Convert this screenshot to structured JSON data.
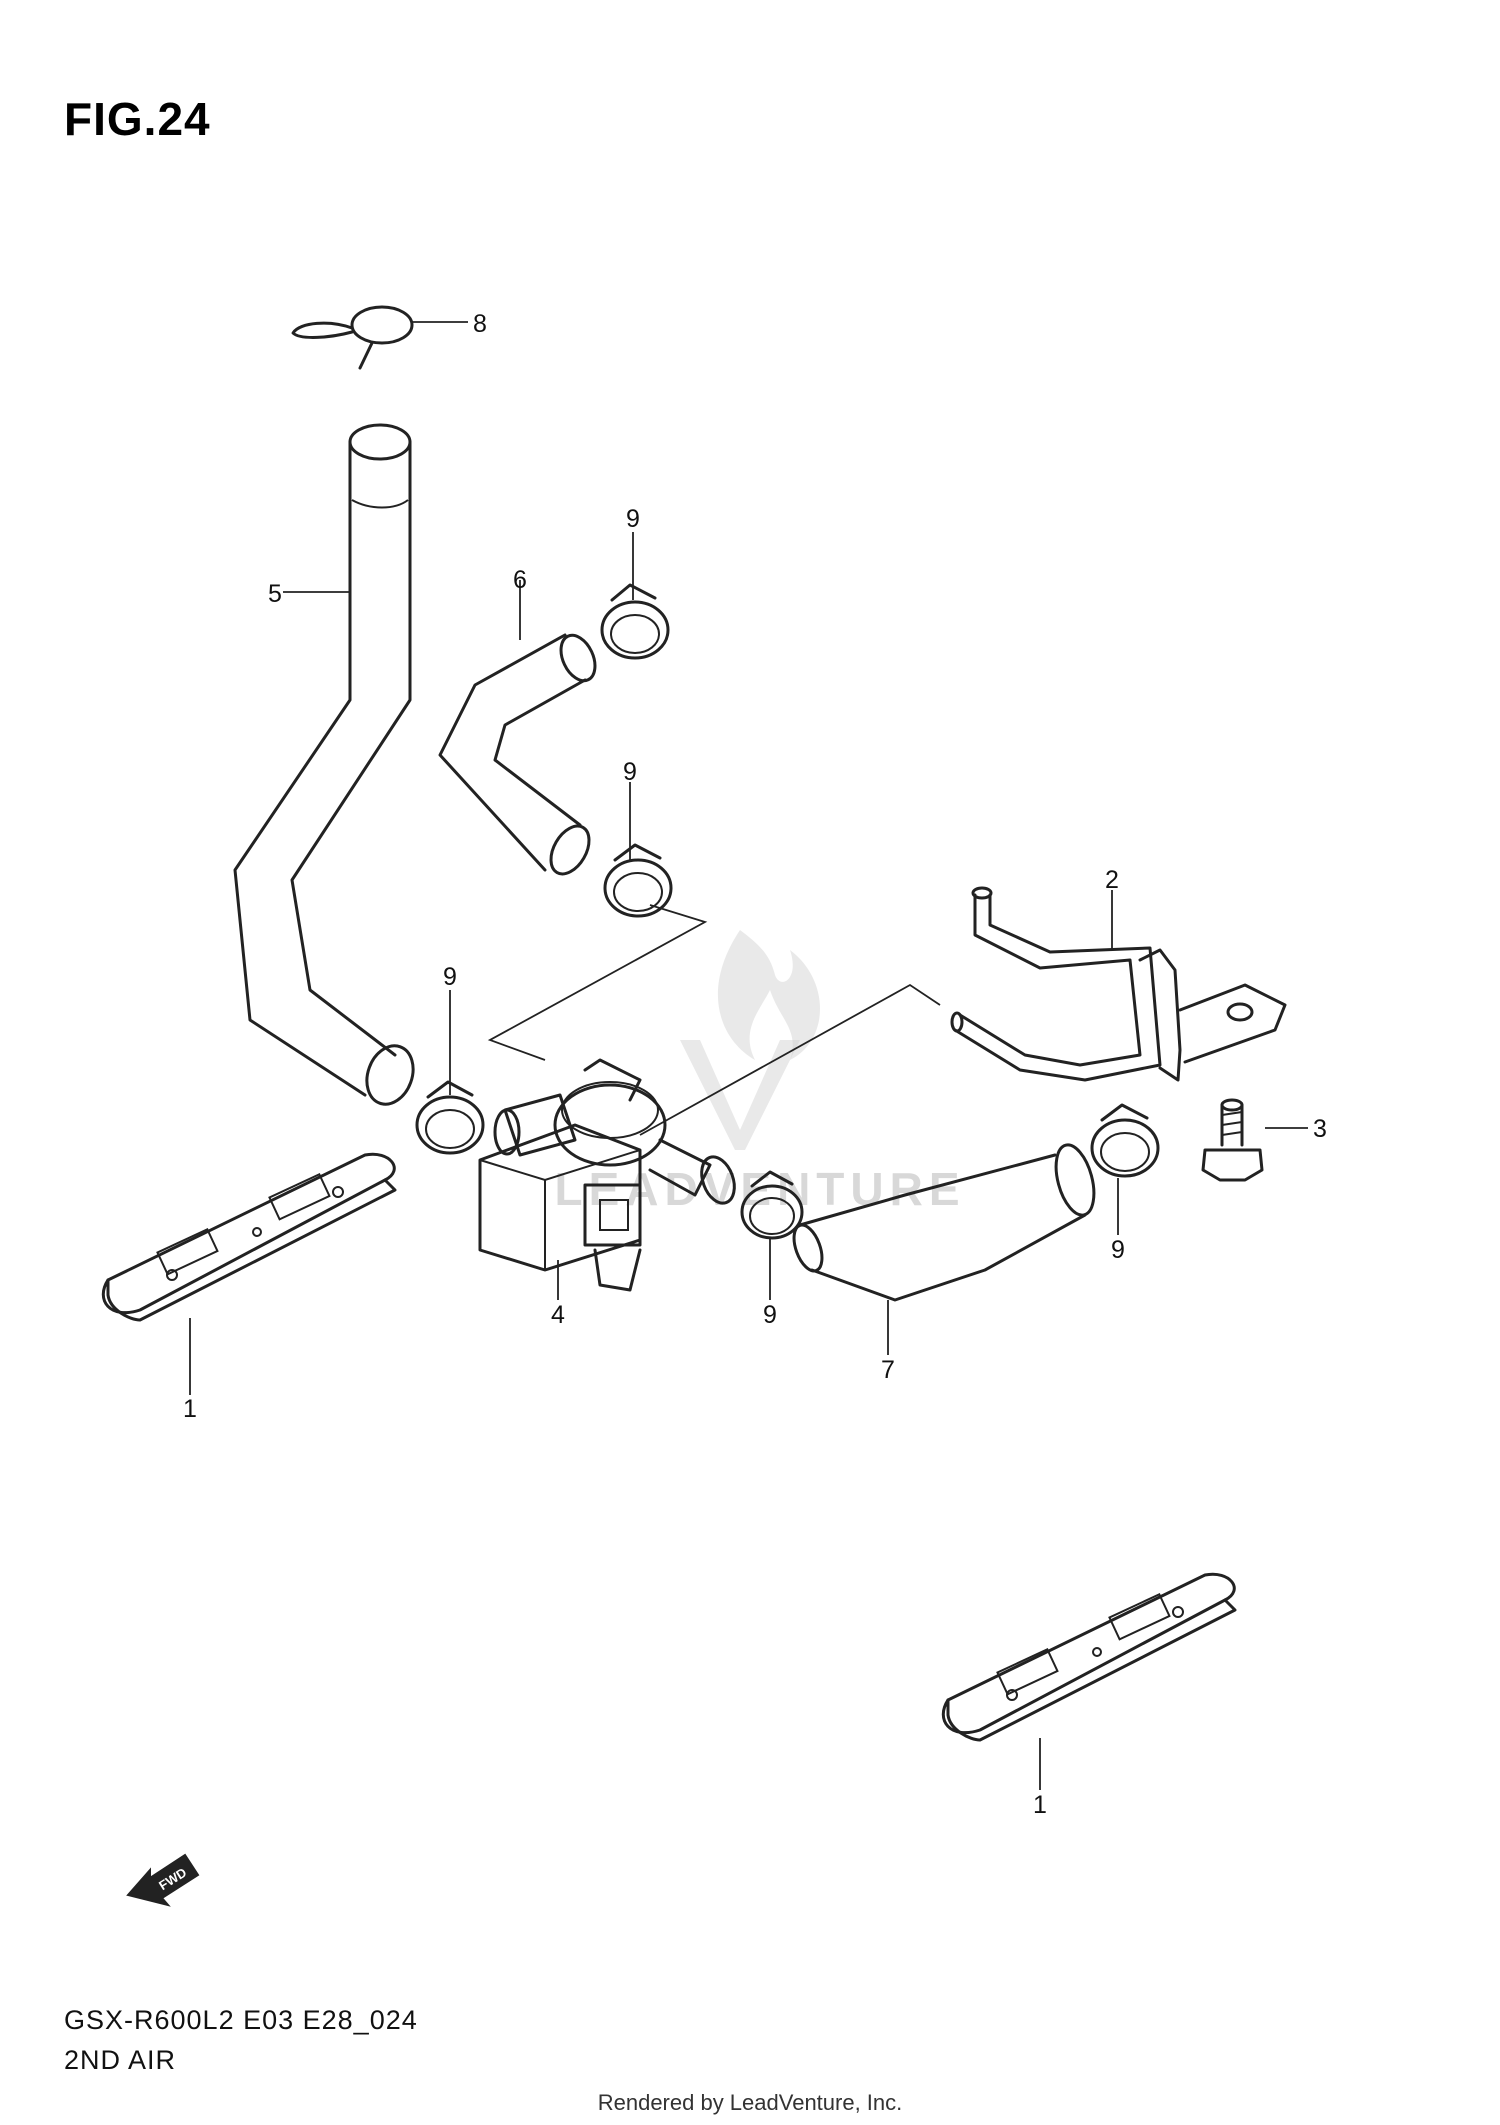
{
  "figure": {
    "title": "FIG.24",
    "model_code": "GSX-R600L2 E03 E28_024",
    "section_name": "2ND AIR",
    "rendered_by": "Rendered by LeadVenture, Inc.",
    "watermark_text": "LEADVENTURE",
    "fwd_label": "FWD"
  },
  "callouts": [
    {
      "id": "callout-1-left",
      "label": "1"
    },
    {
      "id": "callout-1-right",
      "label": "1"
    },
    {
      "id": "callout-2",
      "label": "2"
    },
    {
      "id": "callout-3",
      "label": "3"
    },
    {
      "id": "callout-4",
      "label": "4"
    },
    {
      "id": "callout-5",
      "label": "5"
    },
    {
      "id": "callout-6",
      "label": "6"
    },
    {
      "id": "callout-7",
      "label": "7"
    },
    {
      "id": "callout-8",
      "label": "8"
    },
    {
      "id": "callout-9-top",
      "label": "9"
    },
    {
      "id": "callout-9-mid",
      "label": "9"
    },
    {
      "id": "callout-9-left",
      "label": "9"
    },
    {
      "id": "callout-9-bottom",
      "label": "9"
    },
    {
      "id": "callout-9-right",
      "label": "9"
    }
  ]
}
